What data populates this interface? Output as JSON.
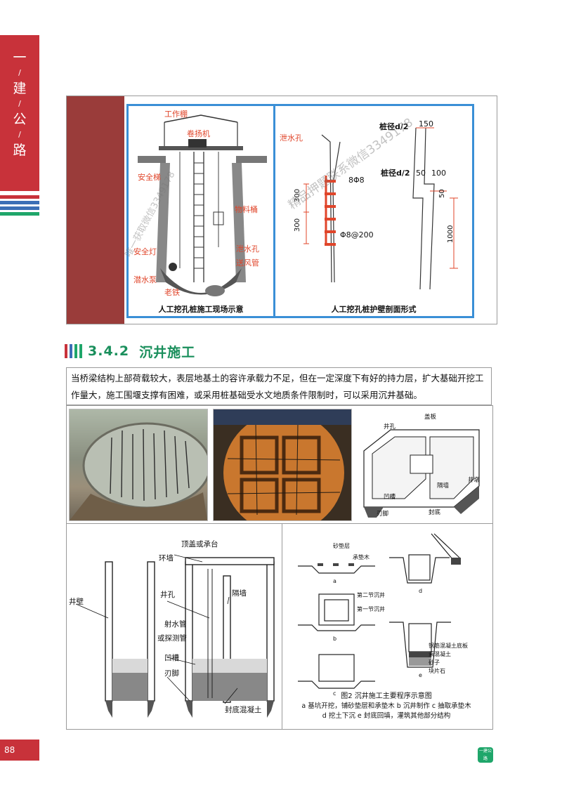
{
  "side_tab": {
    "chars": [
      "一",
      "建",
      "公",
      "路"
    ]
  },
  "page_number": "88",
  "section": {
    "number": "3.4.2",
    "title": "沉井施工"
  },
  "intro_text": "当桥梁结构上部荷载较大，表层地基土的容许承载力不足，但在一定深度下有好的持力层，扩大基础开挖工作量大，施工围堰支撑有困难，或采用桩基础受水文地质条件限制时，可以采用沉井基础。",
  "fig_left": {
    "caption": "人工挖孔桩施工现场示意",
    "labels": [
      "工作棚",
      "卷扬机",
      "安全梯",
      "物料桶",
      "安全灯",
      "泄水孔",
      "送风管",
      "潜水泵",
      "老铁"
    ]
  },
  "fig_right": {
    "caption": "人工挖孔桩护壁剖面形式",
    "labels": [
      "泄水孔",
      "桩径d/2",
      "150",
      "桩径d/2",
      "50",
      "100",
      "8Φ8",
      "300",
      "300",
      "50",
      "1000",
      "Φ8@200"
    ]
  },
  "fig_sketch": {
    "labels": [
      "盖板",
      "井孔",
      "井墩",
      "隔墙",
      "凹槽",
      "刃脚",
      "封底"
    ]
  },
  "fig_section": {
    "labels": [
      "顶盖或承台",
      "环墙",
      "井壁",
      "井孔",
      "隔墙",
      "射水管",
      "或探测管",
      "凹槽",
      "刃脚",
      "封底混凝土"
    ]
  },
  "fig_steps": {
    "labels": [
      "砂垫层",
      "承垫木",
      "a",
      "第二节沉井",
      "第一节沉井",
      "b",
      "c",
      "d",
      "钢筋混凝土底板",
      "素混凝土",
      "砂子",
      "块片石",
      "e"
    ],
    "caption_title": "图2 沉井施工主要程序示意图",
    "caption_line1": "a 基坑开挖，铺砂垫层和承垫木 b 沉井制作 c 抽取承垫木",
    "caption_line2": "d 挖土下沉 e 封底回填，灌筑其他部分结构"
  },
  "watermarks": [
    "唯一获取微信3349178",
    "精品押题联系微信3349178"
  ],
  "bottom_icon_text": "一建公路",
  "colors": {
    "accent_red": "#c8323a",
    "accent_blue": "#3b6fb6",
    "accent_green": "#1fa66a",
    "label_red": "#e0452a",
    "frame_blue": "#3a8fd6"
  }
}
